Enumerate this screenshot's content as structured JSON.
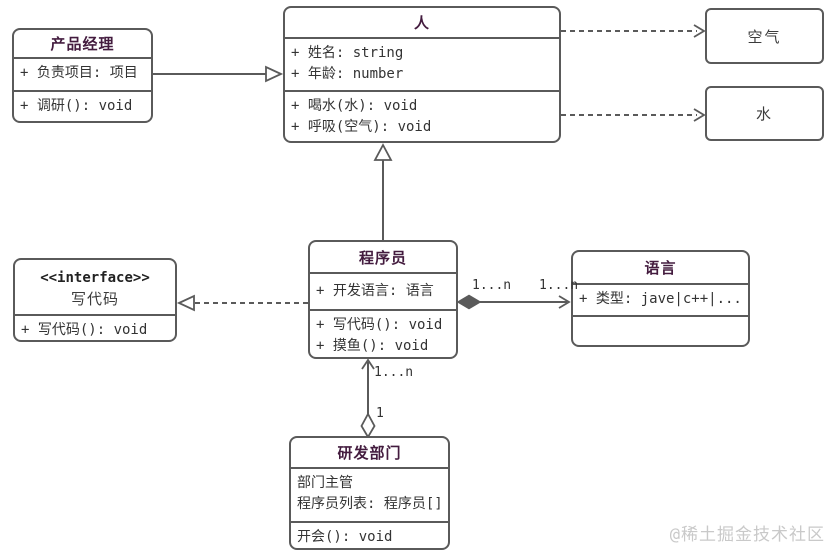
{
  "diagram": {
    "product_manager": {
      "title": "产品经理",
      "attr1": "+ 负责项目: 项目",
      "method1": "+ 调研(): void"
    },
    "person": {
      "title": "人",
      "attr1": "+ 姓名: string",
      "attr2": "+ 年龄: number",
      "method1": "+ 喝水(水): void",
      "method2": "+ 呼吸(空气): void"
    },
    "air": {
      "title": "空气"
    },
    "water": {
      "title": "水"
    },
    "write_code_interface": {
      "stereotype": "<<interface>>",
      "title": "写代码",
      "method1": "+ 写代码(): void"
    },
    "programmer": {
      "title": "程序员",
      "attr1": "+ 开发语言: 语言",
      "method1": "+ 写代码(): void",
      "method2": "+ 摸鱼(): void"
    },
    "language": {
      "title": "语言",
      "attr1": "+ 类型: jave|c++|..."
    },
    "rd_department": {
      "title": "研发部门",
      "attr1": "部门主管",
      "attr2": "程序员列表: 程序员[]",
      "method1": "开会(): void"
    }
  },
  "multiplicity": {
    "programmer_language_left": "1...n",
    "programmer_language_right": "1...n",
    "department_programmer_top": "1...n",
    "department_programmer_bottom": "1"
  },
  "watermark": "@稀土掘金技术社区",
  "colors": {
    "border": "#5a5a5a",
    "class_title": "#431b3e",
    "text": "#333333",
    "watermark": "#c9c9c9"
  }
}
